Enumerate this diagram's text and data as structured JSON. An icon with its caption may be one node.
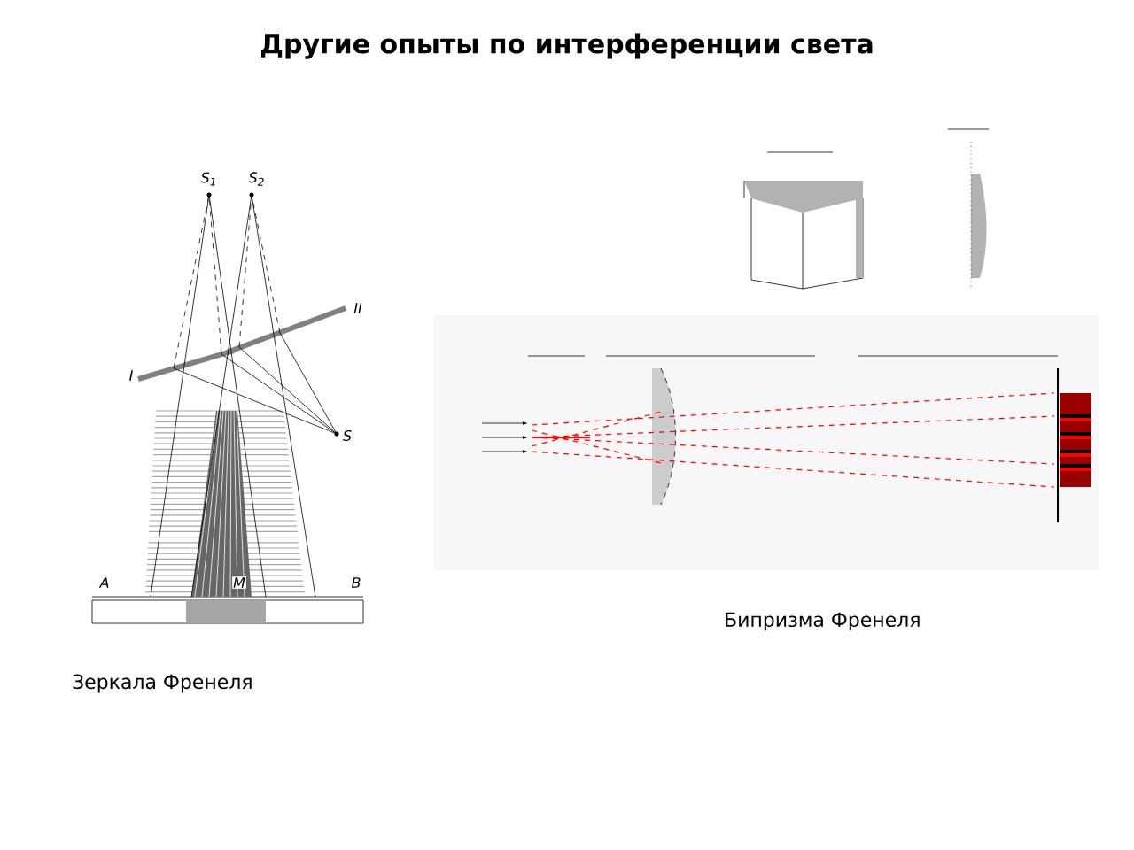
{
  "diagram": {
    "title": "Другие опыты по интерференции света",
    "labels": [
      "S$_{1}$",
      "S$_{2}$",
      "II",
      "I",
      "S",
      "A",
      "M",
      "B",
      "Бипризма Френеля",
      "Зеркала Френеля"
    ]
  }
}
